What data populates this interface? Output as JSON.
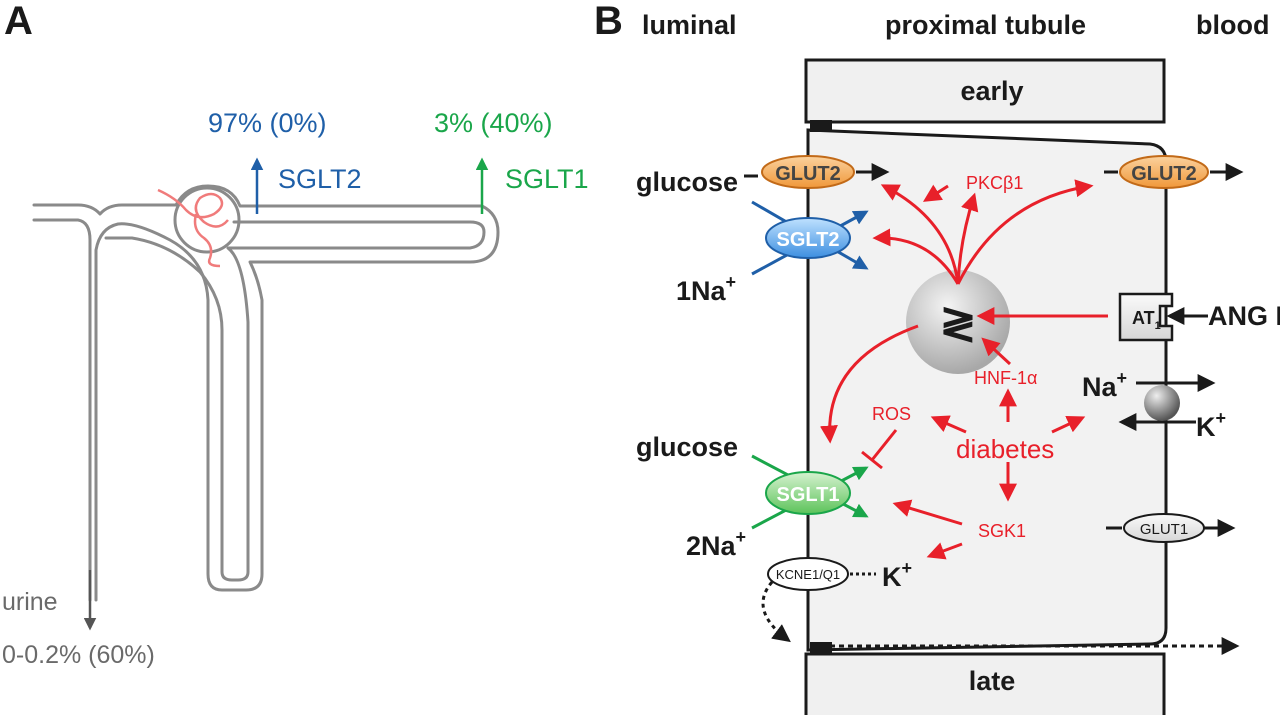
{
  "panel_a": {
    "letter": "A",
    "sglt2_percent": "97% (0%)",
    "sglt2_label": "SGLT2",
    "sglt1_percent": "3% (40%)",
    "sglt1_label": "SGLT1",
    "urine_label": "urine",
    "urine_percent": "0-0.2% (60%)"
  },
  "panel_b": {
    "letter": "B",
    "header_luminal": "luminal",
    "header_tubule": "proximal tubule",
    "header_blood": "blood",
    "segment_early": "early",
    "segment_late": "late",
    "glucose_top": "glucose",
    "na_top": "1Na",
    "glucose_bottom": "glucose",
    "na_bottom": "2Na",
    "plus": "+",
    "transporter_glut2_left": "GLUT2",
    "transporter_glut2_right": "GLUT2",
    "transporter_sglt2": "SGLT2",
    "transporter_sglt1": "SGLT1",
    "transporter_glut1": "GLUT1",
    "channel_kcne": "KCNE1/Q1",
    "receptor_at": "AT",
    "receptor_at_sub": "1",
    "ang": "ANG II",
    "pkc": "PKCβ1",
    "hnf": "HNF-1α",
    "ros": "ROS",
    "diabetes": "diabetes",
    "sgk": "SGK1",
    "na_pump": "Na",
    "k_pump": "K",
    "k_channel": "K",
    "gene_symbol": "≷"
  },
  "colors": {
    "sglt2_blue": "#1f5fa8",
    "sglt1_green": "#1aa64a",
    "regulation_red": "#e8202a",
    "tubule_gray": "#8a8a8a",
    "glut2_orange": "#f4a14a",
    "cell_fill": "#f2f2f2"
  }
}
